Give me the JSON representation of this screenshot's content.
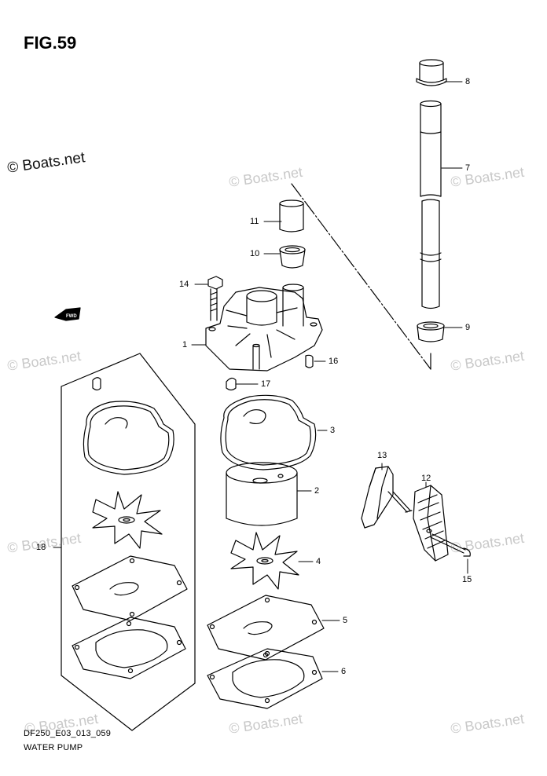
{
  "figure": {
    "title": "FIG.59",
    "copyright": "© Boats.net",
    "watermark": "© Boats.net",
    "code": "DF250_E03_013_059",
    "name": "WATER PUMP",
    "fwd_label": "FWD"
  },
  "callouts": [
    {
      "id": "1",
      "label": "1"
    },
    {
      "id": "2",
      "label": "2"
    },
    {
      "id": "3",
      "label": "3"
    },
    {
      "id": "4",
      "label": "4"
    },
    {
      "id": "5",
      "label": "5"
    },
    {
      "id": "6",
      "label": "6"
    },
    {
      "id": "7",
      "label": "7"
    },
    {
      "id": "8",
      "label": "8"
    },
    {
      "id": "9",
      "label": "9"
    },
    {
      "id": "10",
      "label": "10"
    },
    {
      "id": "11",
      "label": "11"
    },
    {
      "id": "12",
      "label": "12"
    },
    {
      "id": "13",
      "label": "13"
    },
    {
      "id": "14",
      "label": "14"
    },
    {
      "id": "15",
      "label": "15"
    },
    {
      "id": "16",
      "label": "16"
    },
    {
      "id": "17",
      "label": "17"
    },
    {
      "id": "18",
      "label": "18"
    }
  ],
  "colors": {
    "line": "#000000",
    "watermark": "#c9c9c9",
    "background": "#ffffff"
  }
}
